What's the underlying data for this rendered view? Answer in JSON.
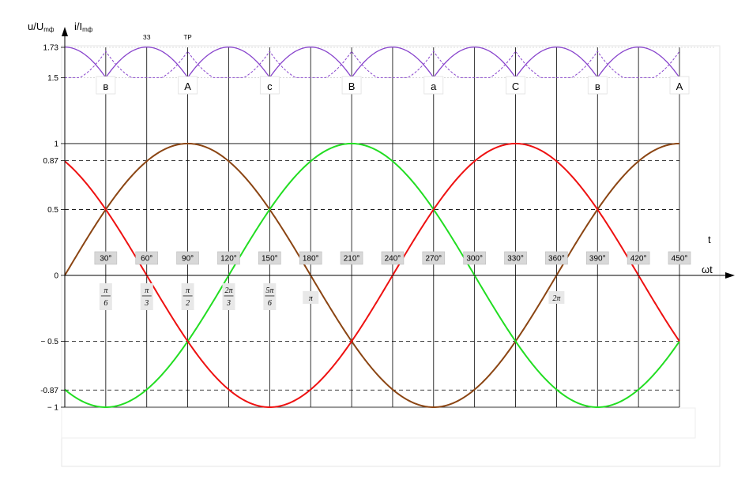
{
  "chart_data": {
    "type": "line",
    "y_axis_title": "u/U",
    "y_axis_title_sub": "mф",
    "y_axis_title2": "i/I",
    "y_axis_title2_sub": "mф",
    "x_axis_title_top": "t",
    "x_axis_title_bottom": "ωt",
    "xlim": [
      0,
      450
    ],
    "ylim": [
      -1,
      1.73
    ],
    "y_ticks": [
      {
        "value": 1.73,
        "label": "1.73"
      },
      {
        "value": 1.5,
        "label": "1.5"
      },
      {
        "value": 1,
        "label": "1"
      },
      {
        "value": 0.87,
        "label": "0.87"
      },
      {
        "value": 0.5,
        "label": "0.5"
      },
      {
        "value": 0,
        "label": "0"
      },
      {
        "value": -0.5,
        "label": "− 0.5"
      },
      {
        "value": -0.87,
        "label": "-0.87"
      },
      {
        "value": -1,
        "label": "− 1"
      }
    ],
    "dashed_levels": [
      0.87,
      0.5,
      -0.5,
      -0.87
    ],
    "grid_x": [
      30,
      60,
      90,
      120,
      150,
      180,
      210,
      240,
      270,
      300,
      330,
      360,
      390,
      420,
      450
    ],
    "degree_labels": [
      {
        "x": 30,
        "label": "30°"
      },
      {
        "x": 60,
        "label": "60°"
      },
      {
        "x": 90,
        "label": "90°"
      },
      {
        "x": 120,
        "label": "120°"
      },
      {
        "x": 150,
        "label": "150°"
      },
      {
        "x": 180,
        "label": "180°"
      },
      {
        "x": 210,
        "label": "210°"
      },
      {
        "x": 240,
        "label": "240°"
      },
      {
        "x": 270,
        "label": "270°"
      },
      {
        "x": 300,
        "label": "300°"
      },
      {
        "x": 330,
        "label": "330°"
      },
      {
        "x": 360,
        "label": "360°"
      },
      {
        "x": 390,
        "label": "390°"
      },
      {
        "x": 420,
        "label": "420°"
      },
      {
        "x": 450,
        "label": "450°"
      }
    ],
    "radian_labels": [
      {
        "x": 30,
        "num": "π",
        "den": "6"
      },
      {
        "x": 60,
        "num": "π",
        "den": "3"
      },
      {
        "x": 90,
        "num": "π",
        "den": "2"
      },
      {
        "x": 120,
        "num": "2π",
        "den": "3"
      },
      {
        "x": 150,
        "num": "5π",
        "den": "6"
      },
      {
        "x": 180,
        "num": "π",
        "den": ""
      },
      {
        "x": 360,
        "num": "2π",
        "den": ""
      }
    ],
    "phase_labels": [
      {
        "x": 30,
        "label": "в"
      },
      {
        "x": 90,
        "label": "A"
      },
      {
        "x": 150,
        "label": "c"
      },
      {
        "x": 210,
        "label": "B"
      },
      {
        "x": 270,
        "label": "a"
      },
      {
        "x": 330,
        "label": "C"
      },
      {
        "x": 390,
        "label": "в"
      },
      {
        "x": 450,
        "label": "A"
      }
    ],
    "top_small_labels": [
      {
        "x": 60,
        "label": "ЗЗ"
      },
      {
        "x": 90,
        "label": "ТР"
      }
    ],
    "series": [
      {
        "phase_deg": 0,
        "amplitude": 1,
        "color": "#8B4513",
        "values_at_x": {
          "0": 0,
          "30": 0.5,
          "60": 0.87,
          "90": 1,
          "120": 0.87,
          "150": 0.5,
          "180": 0,
          "210": -0.5,
          "240": -0.87,
          "270": -1,
          "300": -0.87,
          "330": -0.5,
          "360": 0,
          "390": 0.5,
          "420": 0.87,
          "450": 1
        }
      },
      {
        "phase_deg": 120,
        "amplitude": 1,
        "color": "#22DD22",
        "values_at_x": {
          "0": -0.87,
          "30": -1,
          "60": -0.87,
          "90": -0.5,
          "120": 0,
          "150": 0.5,
          "180": 0.87,
          "210": 1,
          "240": 0.87,
          "270": 0.5,
          "300": 0,
          "330": -0.5,
          "360": -0.87,
          "390": -1,
          "420": -0.87,
          "450": -0.5
        }
      },
      {
        "phase_deg": 240,
        "amplitude": 1,
        "color": "#EE1111",
        "values_at_x": {
          "0": 0.87,
          "30": 0.5,
          "60": 0,
          "90": -0.5,
          "120": -0.87,
          "150": -1,
          "180": -0.87,
          "210": -0.5,
          "240": 0,
          "270": 0.5,
          "300": 0.87,
          "330": 1,
          "360": 0.87,
          "390": 0.5,
          "420": 0,
          "450": -0.5
        }
      }
    ],
    "envelope": {
      "color": "#8844CC",
      "min": 1.5,
      "max": 1.73
    },
    "colors": {
      "axis": "#000000",
      "grid": "#000000",
      "label_bg": "#D8D8D8"
    }
  }
}
